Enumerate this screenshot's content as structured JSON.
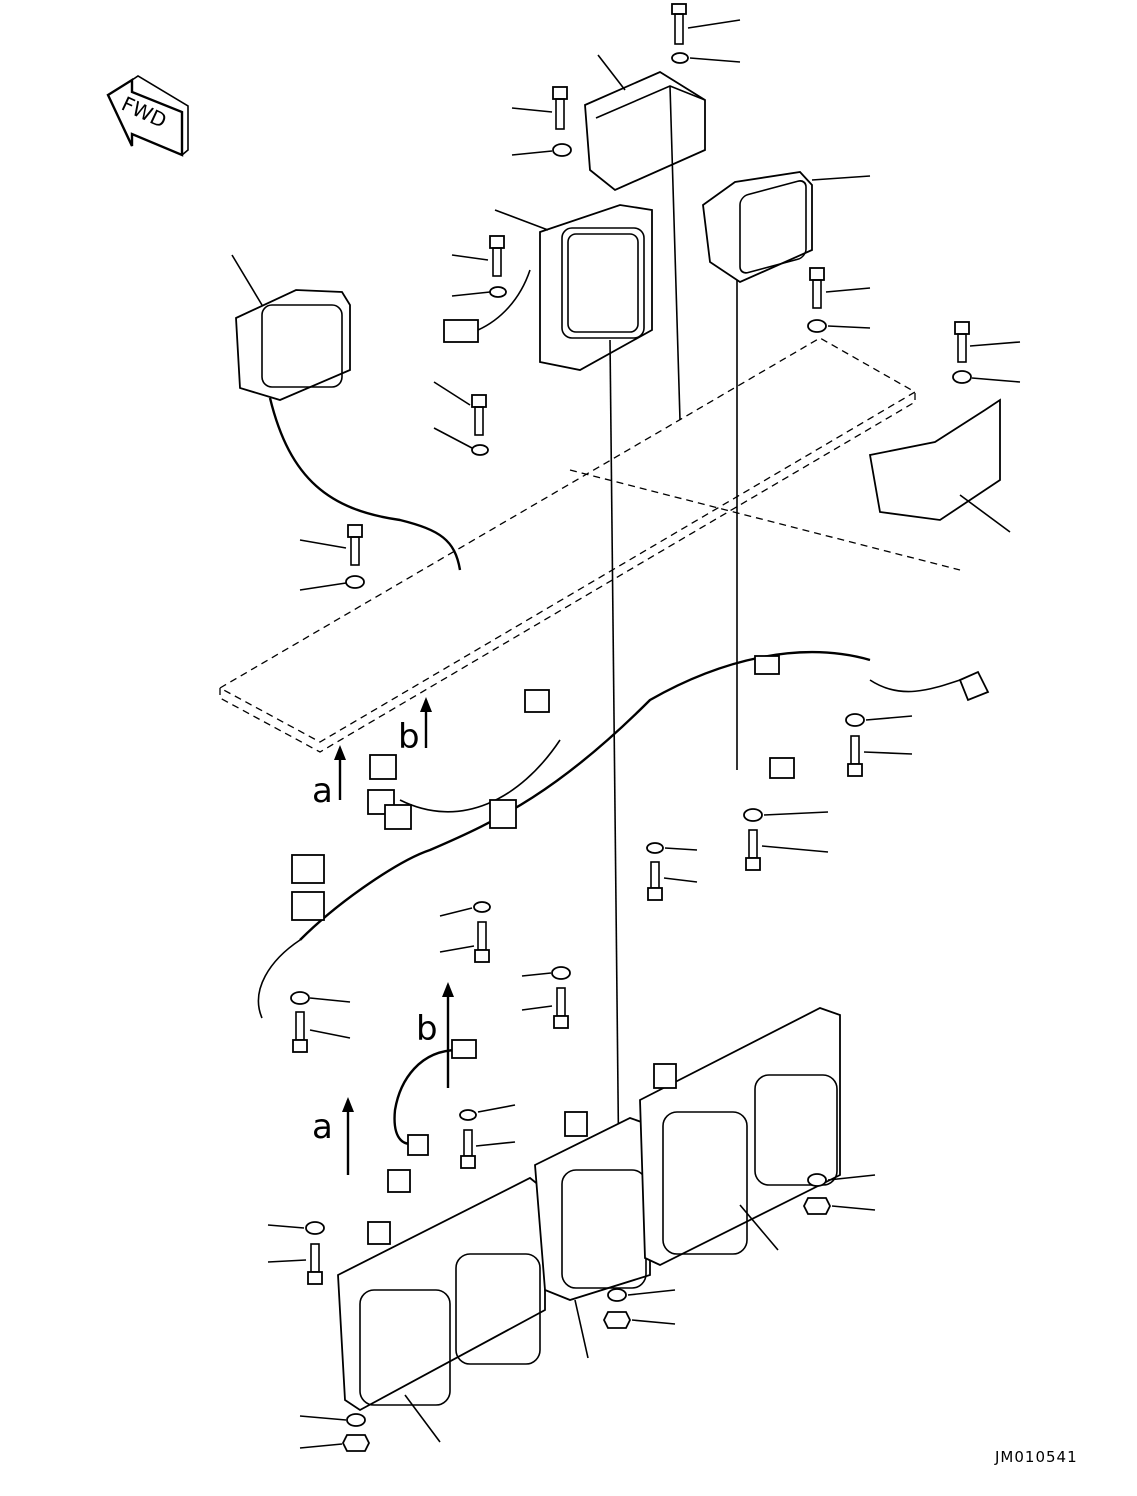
{
  "drawing": {
    "orientation_label": "FWD",
    "drawing_number": "JM010541",
    "view_labels": {
      "a": "a",
      "b": "b"
    }
  },
  "colors": {
    "line": "#000000",
    "background": "#ffffff"
  }
}
